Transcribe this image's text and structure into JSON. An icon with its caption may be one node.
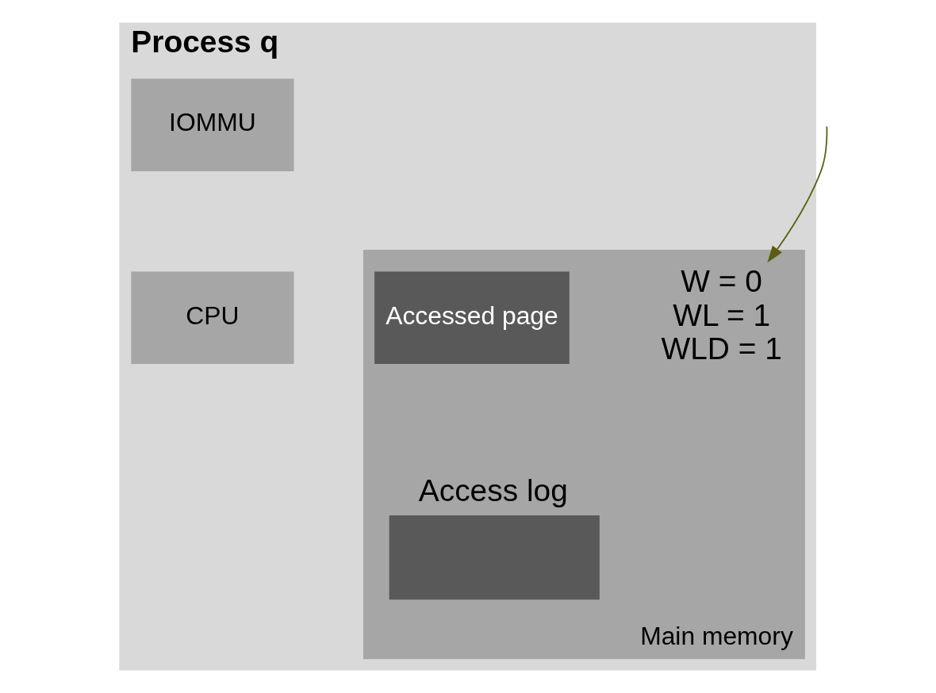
{
  "diagram": {
    "nodes": [
      {
        "text": [
          "Process q"
        ]
      },
      {
        "text": [
          "IOMMU"
        ],
        "in": 0
      },
      {
        "text": [
          "CPU"
        ],
        "in": 0
      },
      {
        "text": [
          "Main memory"
        ],
        "in": 0
      },
      {
        "text": [
          "Accessed page"
        ],
        "in": 3
      },
      {
        "text": [
          "W = 0",
          "WL = 1",
          "WLD = 1"
        ],
        "in": 3
      },
      {
        "text": [
          "Access log"
        ],
        "in": 3
      }
    ],
    "edges": [
      {
        "from": null,
        "to": 5,
        "arrow": "to",
        "color": "#5a5f10"
      }
    ]
  }
}
